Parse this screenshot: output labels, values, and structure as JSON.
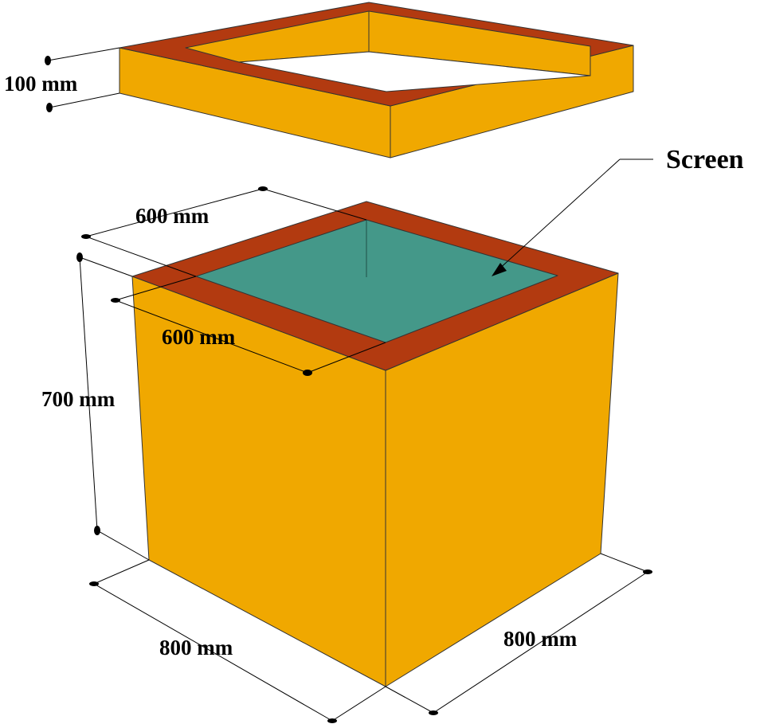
{
  "colors": {
    "box_face": "#F0A800",
    "frame_rim": "#B23A10",
    "screen": "#449889",
    "background": "#FFFFFF",
    "lines": "#000000"
  },
  "lid": {
    "height_label": "100 mm"
  },
  "box": {
    "inner_width_label": "600 mm",
    "inner_depth_label": "600 mm",
    "height_label": "700 mm",
    "outer_width_label": "800 mm",
    "outer_depth_label": "800 mm"
  },
  "callout": {
    "screen_label": "Screen"
  }
}
